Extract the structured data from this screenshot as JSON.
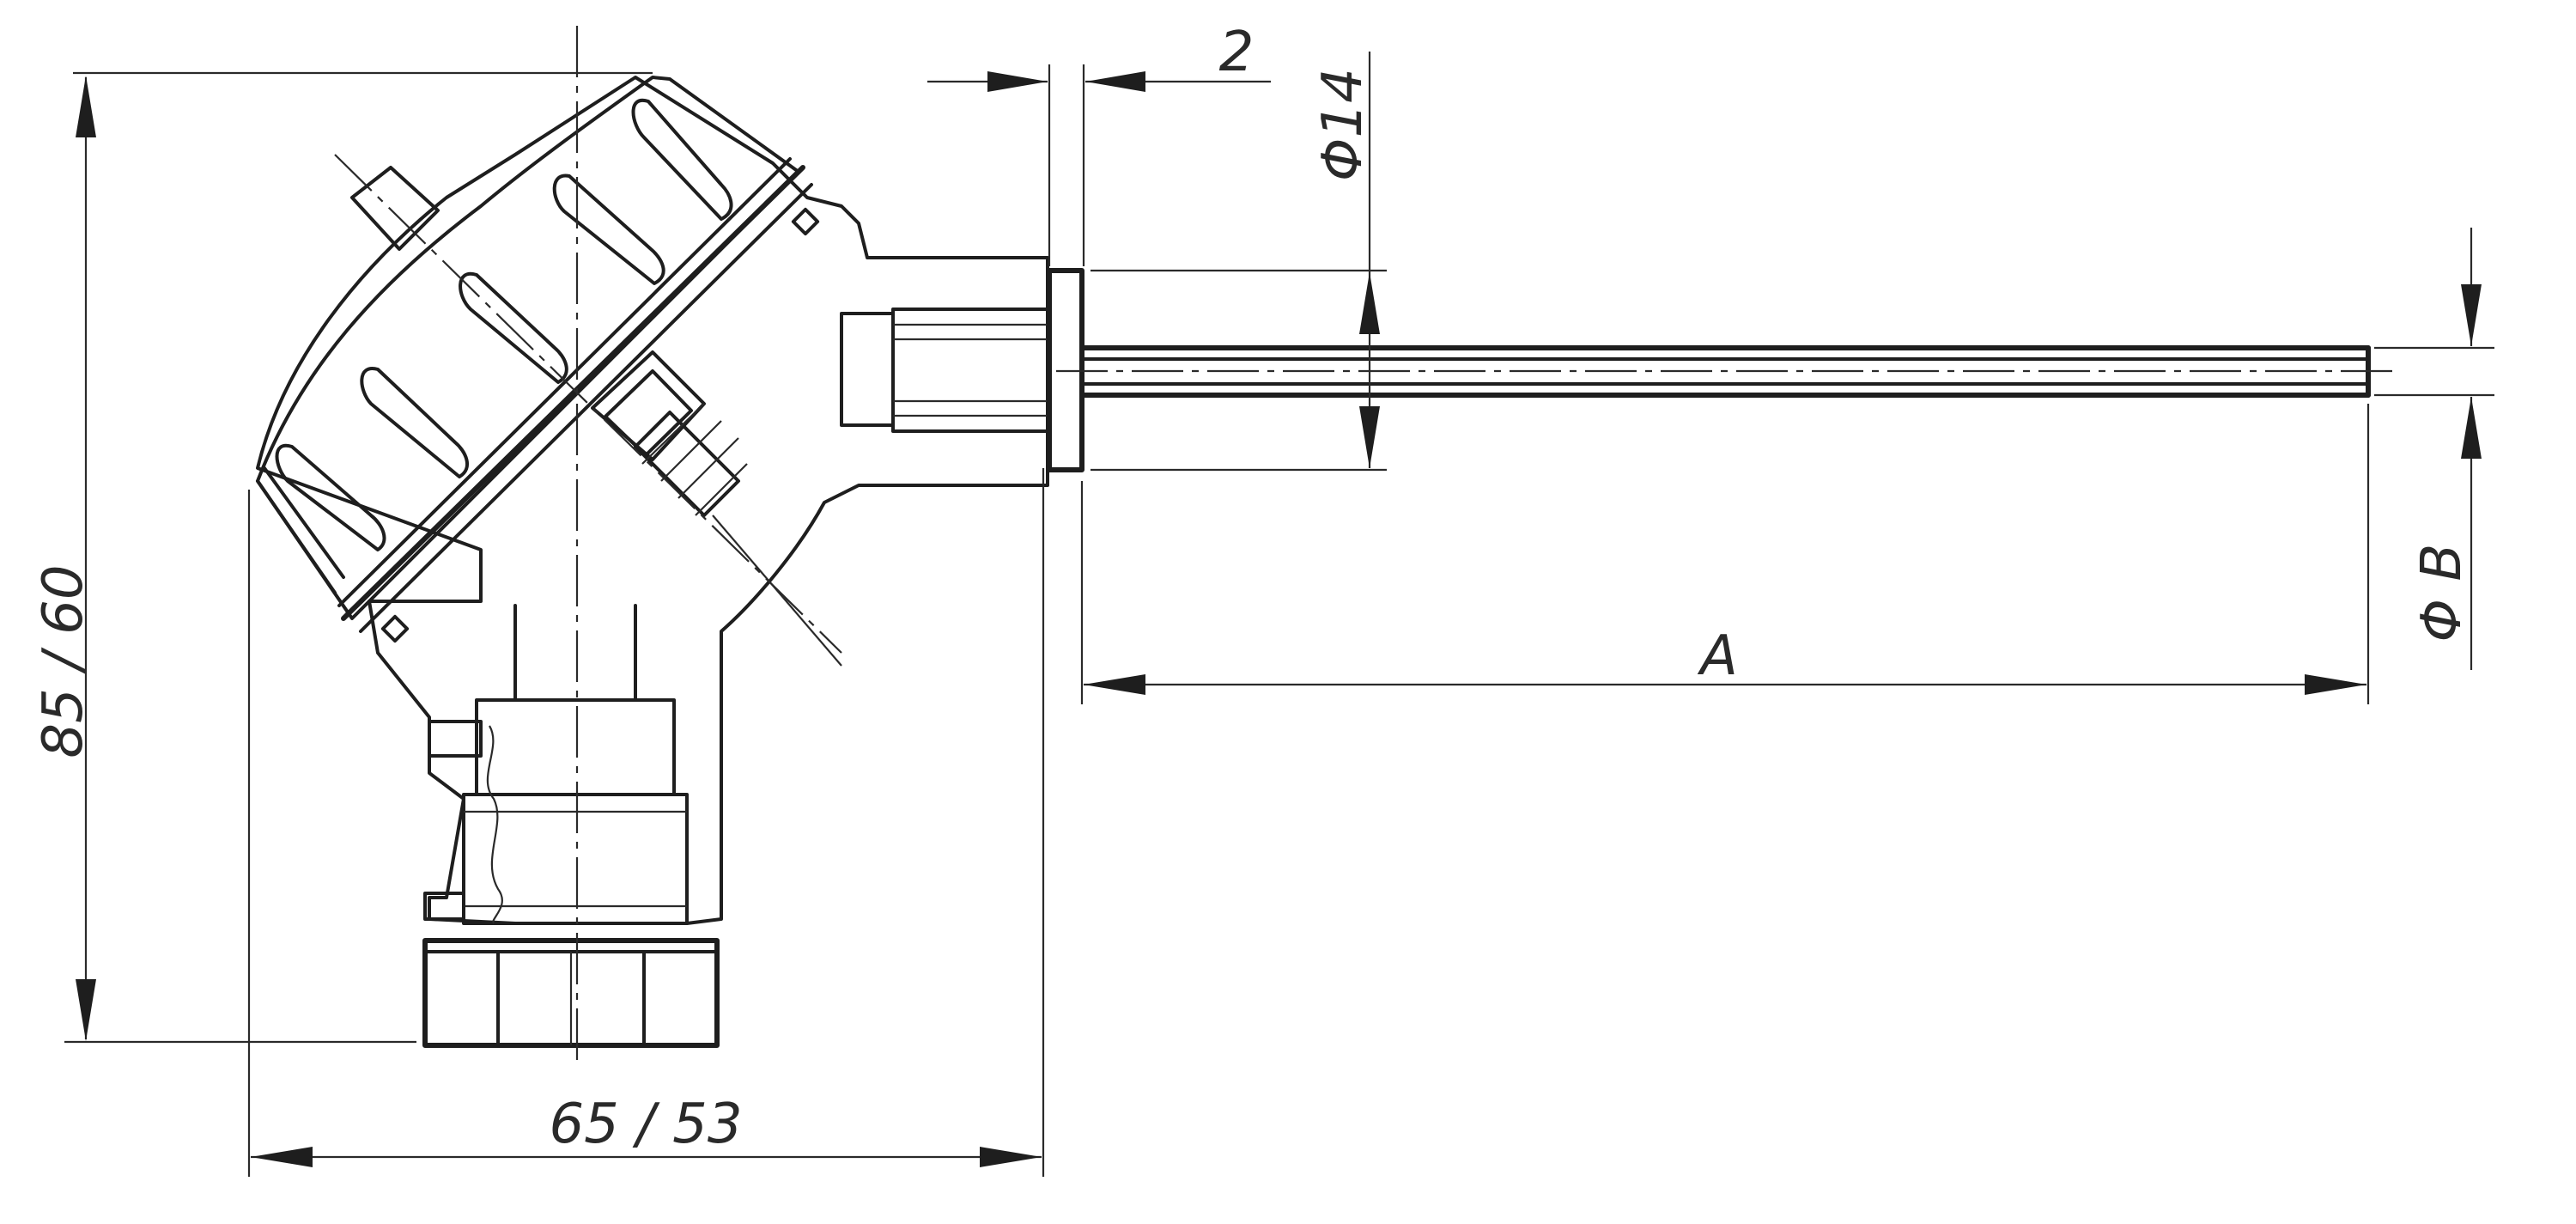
{
  "drawing": {
    "dimensions": {
      "height": "85 / 60",
      "width": "65 / 53",
      "flange_thickness": "2",
      "flange_diameter": "Φ14",
      "probe_diameter": "Φ B",
      "probe_length": "A"
    }
  }
}
